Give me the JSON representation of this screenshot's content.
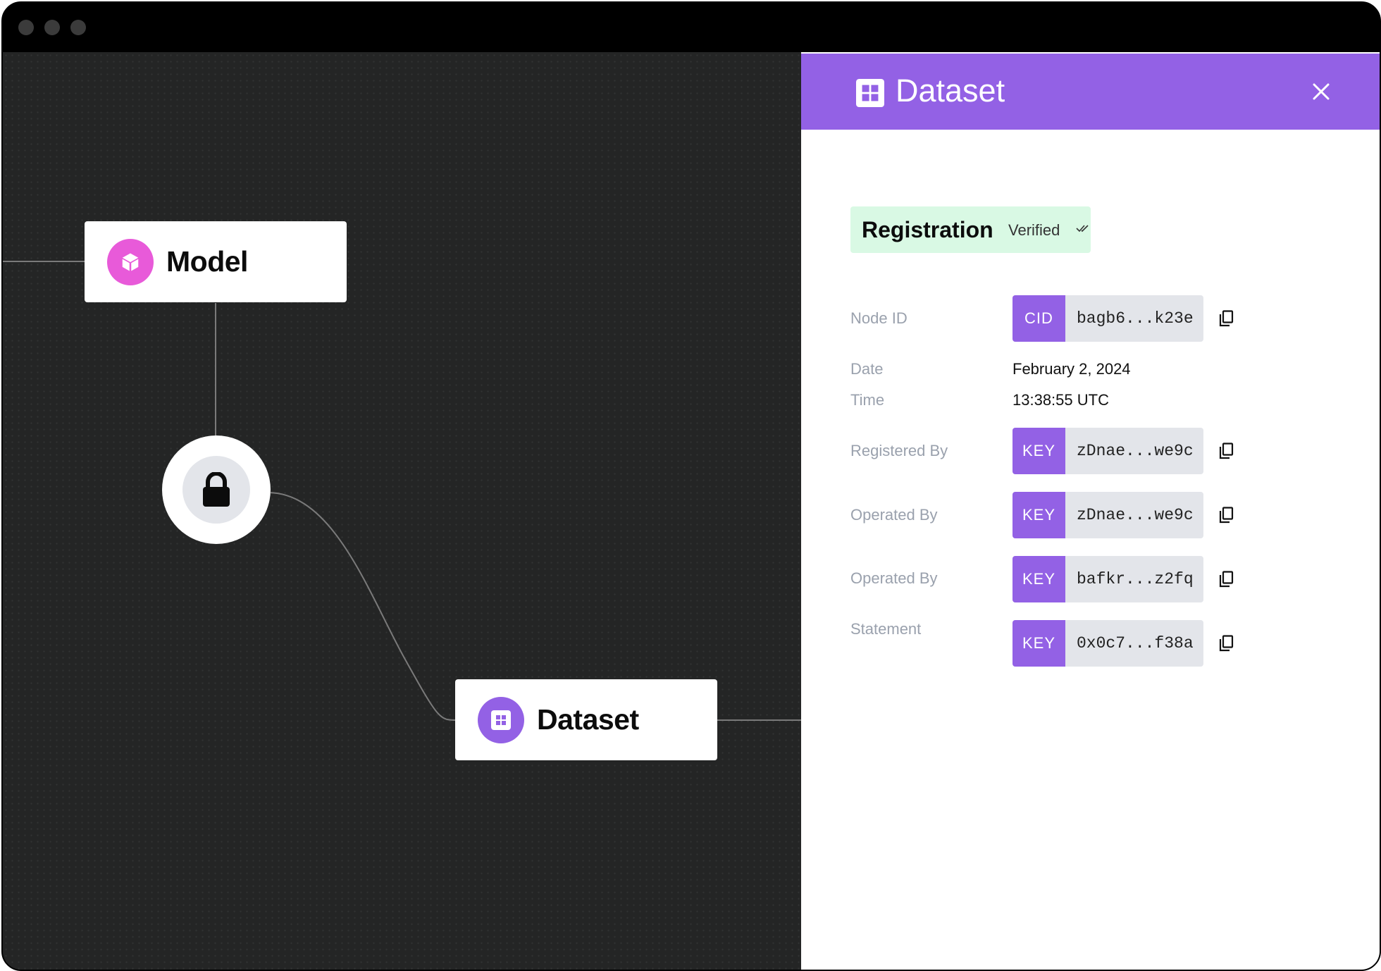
{
  "canvas": {
    "nodes": {
      "model": {
        "label": "Model",
        "icon": "cube-icon",
        "color": "#e85ad9"
      },
      "dataset": {
        "label": "Dataset",
        "icon": "grid-icon",
        "color": "#9361e5"
      },
      "lock": {
        "icon": "lock-icon"
      }
    }
  },
  "panel": {
    "title": "Dataset",
    "title_icon": "grid-icon",
    "accent": "#9361e5",
    "registration": {
      "title": "Registration",
      "status": "Verified",
      "bg": "#d9f9e4"
    },
    "fields": {
      "node_id": {
        "label": "Node ID",
        "tag": "CID",
        "value": "bagb6...k23e"
      },
      "date": {
        "label": "Date",
        "value": "February 2, 2024"
      },
      "time": {
        "label": "Time",
        "value": "13:38:55 UTC"
      },
      "registered_by": {
        "label": "Registered By",
        "tag": "KEY",
        "value": "zDnae...we9c"
      },
      "operated_by_1": {
        "label": "Operated By",
        "tag": "KEY",
        "value": "zDnae...we9c"
      },
      "operated_by_2": {
        "label": "Operated By",
        "tag": "KEY",
        "value": "bafkr...z2fq"
      },
      "statement": {
        "label": "Statement",
        "tag": "KEY",
        "value": "0x0c7...f38a"
      }
    }
  }
}
